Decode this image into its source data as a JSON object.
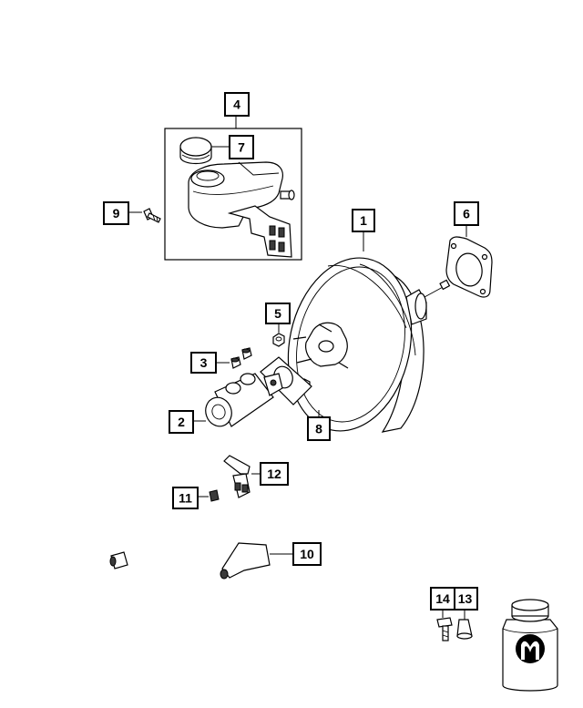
{
  "callouts": [
    {
      "id": "1",
      "label": "1"
    },
    {
      "id": "2",
      "label": "2"
    },
    {
      "id": "3",
      "label": "3"
    },
    {
      "id": "4",
      "label": "4"
    },
    {
      "id": "5",
      "label": "5"
    },
    {
      "id": "6",
      "label": "6"
    },
    {
      "id": "7",
      "label": "7"
    },
    {
      "id": "8",
      "label": "8"
    },
    {
      "id": "9",
      "label": "9"
    },
    {
      "id": "10",
      "label": "10"
    },
    {
      "id": "11",
      "label": "11"
    },
    {
      "id": "12",
      "label": "12"
    },
    {
      "id": "13",
      "label": "13"
    },
    {
      "id": "14",
      "label": "14"
    }
  ],
  "colors": {
    "line": "#000000",
    "fill": "#ffffff",
    "dark": "#3a3a3a"
  },
  "icons": {
    "brand_logo": "mopar-logo-icon"
  }
}
